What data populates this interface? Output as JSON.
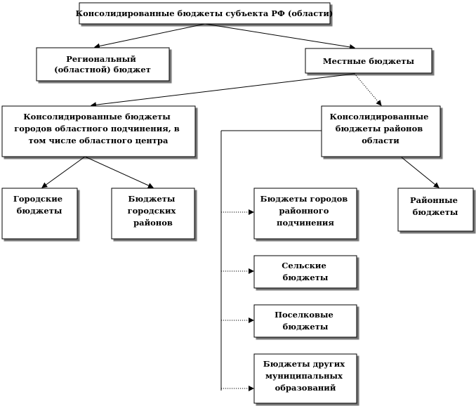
{
  "nodes": {
    "consolidated_region": {
      "lines": [
        "Консолидированные бюджеты субъекта РФ (области)"
      ]
    },
    "regional": {
      "lines": [
        "Региональный",
        "(областной) бюджет"
      ]
    },
    "local": {
      "lines": [
        "Местные бюджеты"
      ]
    },
    "cities_regional": {
      "lines": [
        "Консолидированные бюджеты",
        "городов областного подчинения, в",
        "том числе областного центра"
      ]
    },
    "districts": {
      "lines": [
        "Консолидированные",
        "бюджеты районов",
        "области"
      ]
    },
    "city": {
      "lines": [
        "Городские",
        "бюджеты"
      ]
    },
    "city_districts": {
      "lines": [
        "Бюджеты",
        "городских",
        "районов"
      ]
    },
    "district_cities": {
      "lines": [
        "Бюджеты городов",
        "районного",
        "подчинения"
      ]
    },
    "district": {
      "lines": [
        "Районные",
        "бюджеты"
      ]
    },
    "rural": {
      "lines": [
        "Сельские",
        "бюджеты"
      ]
    },
    "settlement": {
      "lines": [
        "Поселковые",
        "бюджеты"
      ]
    },
    "other_municipal": {
      "lines": [
        "Бюджеты других",
        "муниципальных",
        "образований"
      ]
    }
  }
}
